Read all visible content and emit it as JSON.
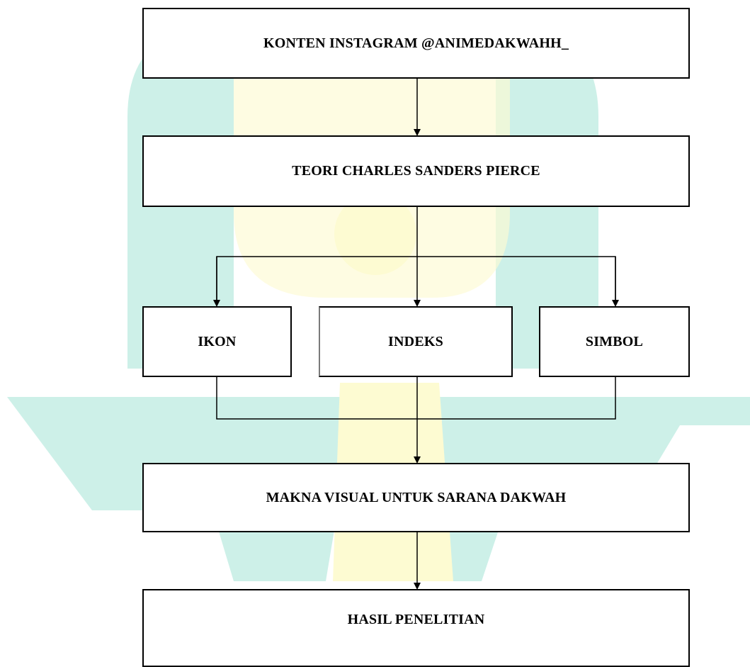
{
  "diagram": {
    "nodes": {
      "konten": {
        "label": "KONTEN INSTAGRAM @ANIMEDAKWAHH_"
      },
      "teori": {
        "label": "TEORI CHARLES SANDERS PIERCE"
      },
      "ikon": {
        "label": "IKON"
      },
      "indeks": {
        "label": "INDEKS"
      },
      "simbol": {
        "label": "SIMBOL"
      },
      "makna": {
        "label": "MAKNA VISUAL UNTUK SARANA DAKWAH"
      },
      "hasil": {
        "label": "HASIL PENELITIAN"
      }
    },
    "edges": [
      {
        "from": "konten",
        "to": "teori"
      },
      {
        "from": "teori",
        "to": "ikon"
      },
      {
        "from": "teori",
        "to": "indeks"
      },
      {
        "from": "teori",
        "to": "simbol"
      },
      {
        "from": "ikon",
        "to": "makna"
      },
      {
        "from": "indeks",
        "to": "makna"
      },
      {
        "from": "simbol",
        "to": "makna"
      },
      {
        "from": "makna",
        "to": "hasil"
      }
    ]
  },
  "colors": {
    "box_border": "#000000",
    "connector": "#000000",
    "watermark_teal": "#cdf0e8",
    "watermark_yellow": "#fdfbd2"
  }
}
